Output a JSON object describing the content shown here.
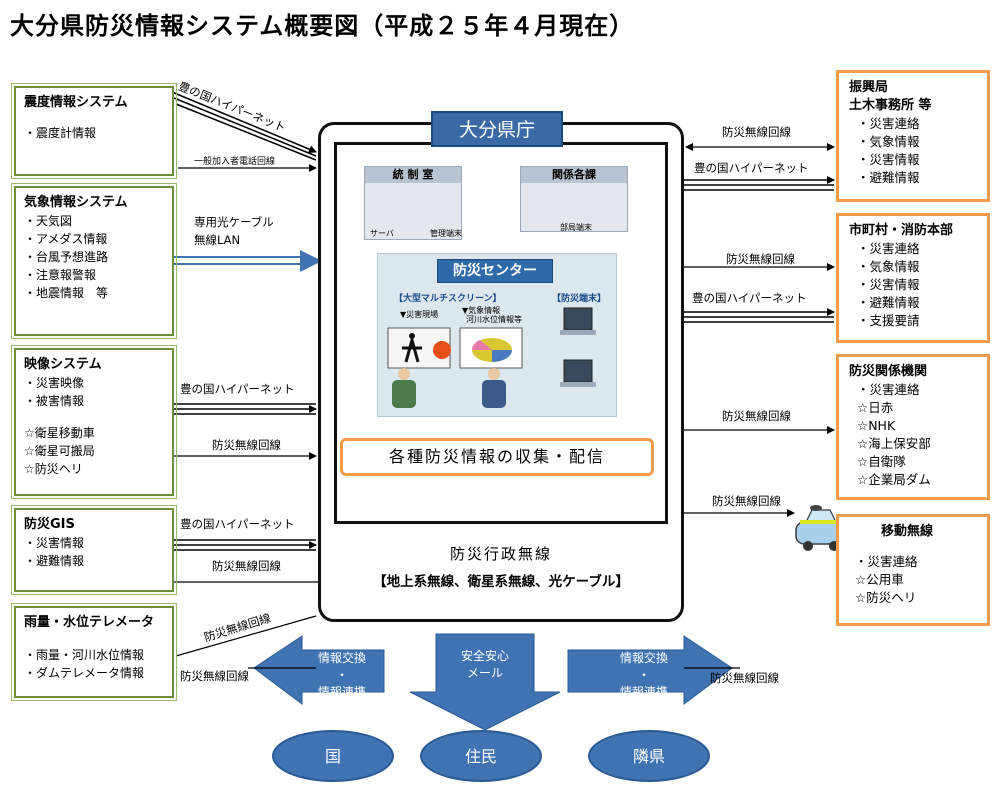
{
  "title": "大分県防災情報システム概要図（平成２５年４月現在）",
  "left_boxes": {
    "shindo": {
      "title": "震度情報システム",
      "items": [
        "・震度計情報"
      ]
    },
    "kisho": {
      "title": "気象情報システム",
      "items": [
        "・天気図",
        "・アメダス情報",
        "・台風予想進路",
        "・注意報警報",
        "・地震情報　等"
      ]
    },
    "eizo": {
      "title": "映像システム",
      "items": [
        "・災害映像",
        "・被害情報",
        "☆衛星移動車",
        "☆衛星可搬局",
        "☆防災ヘリ"
      ]
    },
    "gis": {
      "title": "防災GIS",
      "items": [
        "・災害情報",
        "・避難情報"
      ]
    },
    "uryo": {
      "title": "雨量・水位テレメータ",
      "items": [
        "・雨量・河川水位情報",
        "・ダムテレメータ情報"
      ]
    }
  },
  "right_boxes": {
    "shinko": {
      "title1": "振興局",
      "title2": "土木事務所 等",
      "items": [
        "・災害連絡",
        "・気象情報",
        "・災害情報",
        "・避難情報"
      ]
    },
    "shichoson": {
      "title": "市町村・消防本部",
      "items": [
        "・災害連絡",
        "・気象情報",
        "・災害情報",
        "・避難情報",
        "・支援要請"
      ]
    },
    "kikan": {
      "title": "防災関係機関",
      "items": [
        "・災害連絡",
        "☆日赤",
        "☆NHK",
        "☆海上保安部",
        "☆自衛隊",
        "☆企業局ダム"
      ]
    },
    "ido": {
      "title": "移動無線",
      "items": [
        "・災害連絡",
        "☆公用車",
        "☆防災ヘリ"
      ]
    }
  },
  "labels": {
    "hyper": "豊の国ハイパーネット",
    "ippan": "一般加入者電話回線",
    "hikari1": "専用光ケーブル",
    "hikari2": "無線LAN",
    "musen": "防災無線回線"
  },
  "center": {
    "pref": "大分県庁",
    "tosei": "統 制 室",
    "server": "サーバ",
    "kanri": "管理端末",
    "kankei": "関係各課",
    "bukyoku": "部局端末",
    "bosai_center": "防災センター",
    "multi": "【大型マルチスクリーン】",
    "tanmatsu": "【防災端末】",
    "genba": "▼災害現場",
    "kishojoho": "▼気象情報",
    "kasen": "河川水位情報等",
    "collect": "各種防災情報の収集・配信",
    "gyosei": "防災行政無線",
    "gyosei_sub": "【地上系無線、衛星系無線、光ケーブル】"
  },
  "bottom": {
    "arrow_left": [
      "情報交換",
      "・",
      "情報連携"
    ],
    "arrow_mid": [
      "安全安心",
      "メール"
    ],
    "arrow_right": [
      "情報交換",
      "・",
      "情報連携"
    ],
    "kuni": "国",
    "jumin": "住民",
    "rinken": "隣県"
  },
  "colors": {
    "green_box": "#6d8f3a",
    "orange_box": "#f29b4a",
    "blue": "#3f73b2"
  }
}
